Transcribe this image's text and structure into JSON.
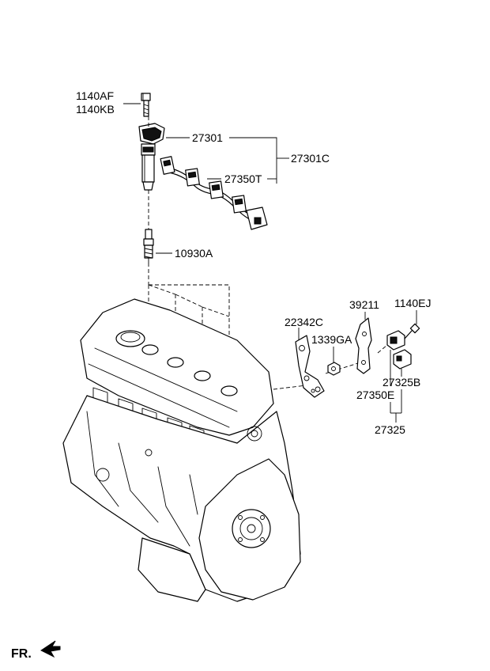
{
  "diagram": {
    "part_labels": {
      "p1140af": "1140AF",
      "p1140kb": "1140KB",
      "p27301": "27301",
      "p27301c": "27301C",
      "p27350t": "27350T",
      "p10930a": "10930A",
      "p39211": "39211",
      "p1140ej": "1140EJ",
      "p22342c": "22342C",
      "p1339ga": "1339GA",
      "p27325b": "27325B",
      "p27350e": "27350E",
      "p27325": "27325"
    },
    "direction_marker": "FR."
  }
}
